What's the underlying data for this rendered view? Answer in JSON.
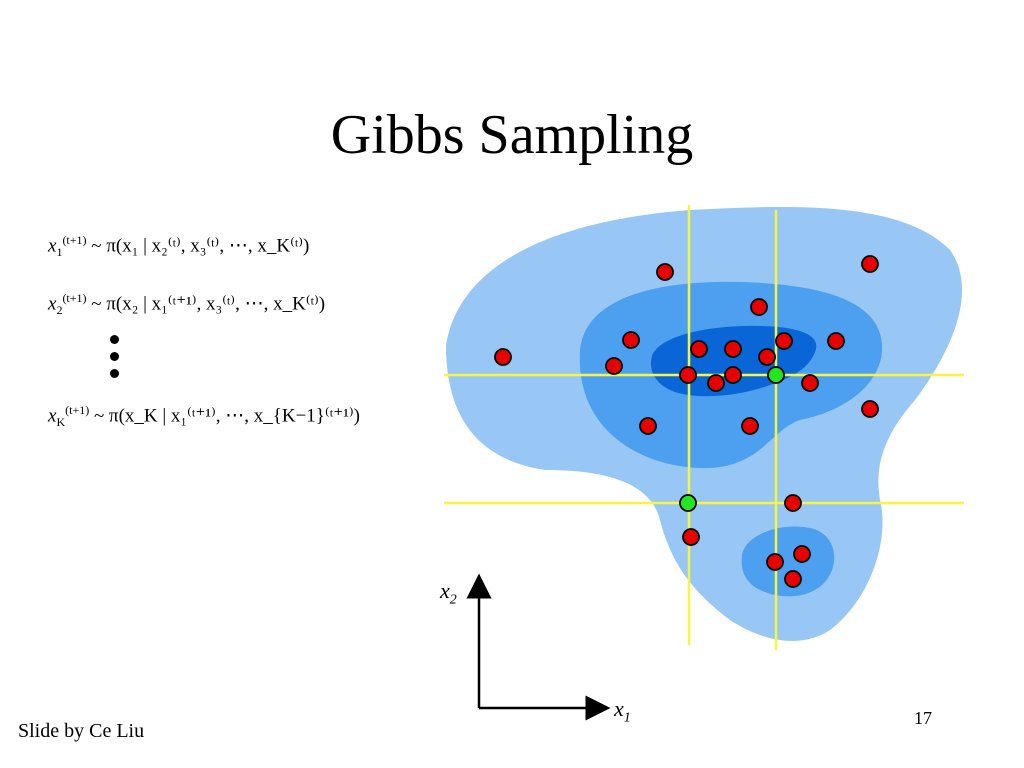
{
  "slide": {
    "title": "Gibbs Sampling",
    "credit": "Slide by Ce Liu",
    "page_number": "17"
  },
  "equations": [
    {
      "lhs_var": "x",
      "lhs_sub": "1",
      "lhs_sup": "(t+1)",
      "operator": "~",
      "rhs": "π(x₁ | x₂⁽ᵗ⁾, x₃⁽ᵗ⁾, ⋯, x_K⁽ᵗ⁾)"
    },
    {
      "lhs_var": "x",
      "lhs_sub": "2",
      "lhs_sup": "(t+1)",
      "operator": "~",
      "rhs": "π(x₂ | x₁⁽ᵗ⁺¹⁾, x₃⁽ᵗ⁾, ⋯, x_K⁽ᵗ⁾)"
    },
    {
      "lhs_var": "x",
      "lhs_sub": "K",
      "lhs_sup": "(t+1)",
      "operator": "~",
      "rhs": "π(x_K | x₁⁽ᵗ⁺¹⁾, ⋯, x_{K−1}⁽ᵗ⁺¹⁾)"
    }
  ],
  "axes": {
    "x_label_var": "x",
    "x_label_sub": "1",
    "y_label_var": "x",
    "y_label_sub": "2"
  },
  "colors": {
    "contour_outer": "#99c7f5",
    "contour_mid": "#4d9ff0",
    "contour_inner": "#0a66d6",
    "guide_lines": "#f5f542",
    "sample_red": "#e60000",
    "sample_green": "#22e622"
  }
}
